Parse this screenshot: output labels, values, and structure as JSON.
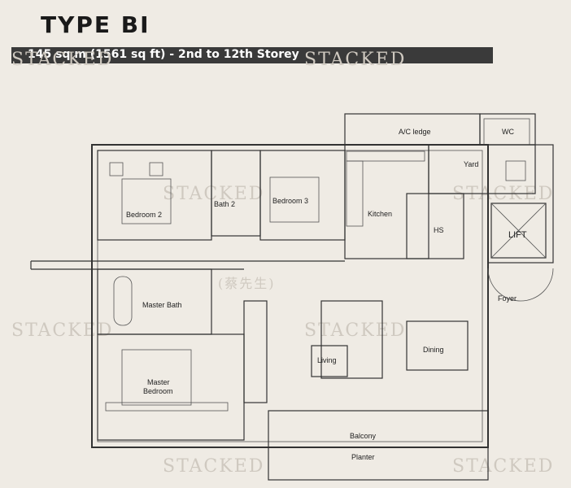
{
  "plan": {
    "title": "TYPE BI",
    "subtitle": "145 sq m (1561 sq ft) - 2nd to 12th Storey",
    "watermarks": [
      "STACKED",
      "STACKED",
      "STACKED",
      "STACKED",
      "STACKED",
      "STACKED",
      "STACKED",
      "STACKED"
    ],
    "watermark_sub": "(蔡先生)",
    "rooms": {
      "ac_ledge": "A/C ledge",
      "wc": "WC",
      "yard": "Yard",
      "bedroom2": "Bedroom 2",
      "bath2": "Bath 2",
      "bedroom3": "Bedroom 3",
      "kitchen": "Kitchen",
      "hs": "HS",
      "lift": "LIFT",
      "foyer": "Foyer",
      "master_bath": "Master Bath",
      "living": "Living",
      "dining": "Dining",
      "master_bedroom_l1": "Master",
      "master_bedroom_l2": "Bedroom",
      "balcony": "Balcony",
      "planter": "Planter"
    }
  }
}
